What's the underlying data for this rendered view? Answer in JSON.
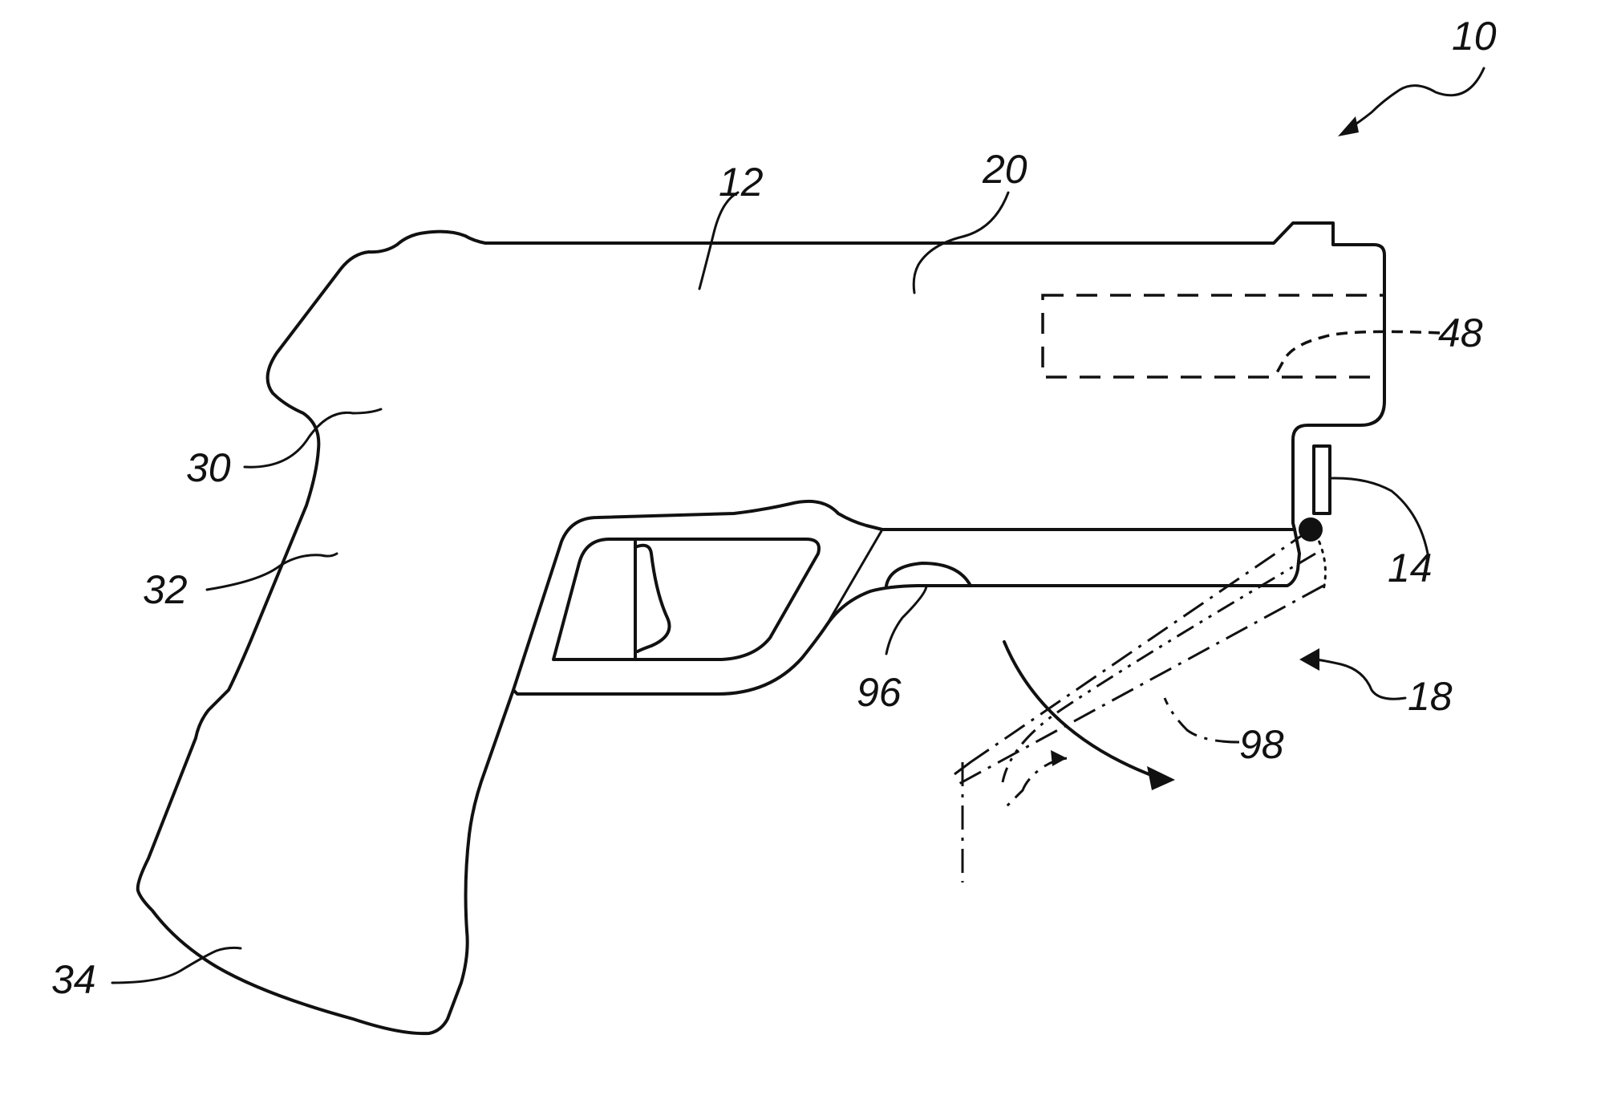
{
  "figure": {
    "labels": {
      "device": "10",
      "housing": "12",
      "emitter": "14",
      "beam_indicator": "18",
      "barrel_section": "20",
      "upper_grip": "30",
      "middle_grip": "32",
      "lower_grip": "34",
      "internal_module": "48",
      "control_button": "96",
      "beam_path": "98"
    }
  }
}
